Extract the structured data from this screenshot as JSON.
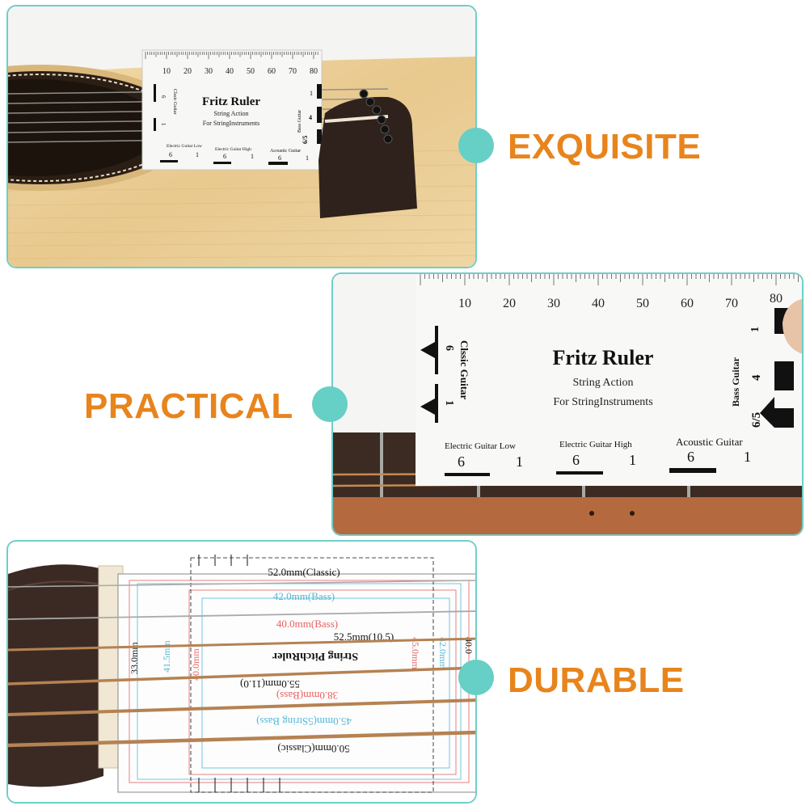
{
  "features": {
    "exquisite": "EXQUISITE",
    "practical": "PRACTICAL",
    "durable": "DURABLE"
  },
  "colors": {
    "accent_dot": "#66cfc6",
    "panel_border": "#6ecfc8",
    "feature_text": "#e8841c",
    "spruce_top": "#e9cf9c",
    "rosewood": "#3b2a24",
    "ruler_white": "#f7f7f5"
  },
  "ruler": {
    "scale_ticks": [
      "10",
      "20",
      "30",
      "40",
      "50",
      "60",
      "70",
      "80"
    ],
    "title": "Fritz Ruler",
    "subtitle_1": "String Action",
    "subtitle_2": "For StringInstruments",
    "classic_guitar": "Clssic Guitar",
    "classic_6": "6",
    "classic_1": "1",
    "bass_guitar": "Bass Guitar",
    "bass_1": "1",
    "bass_4": "4",
    "bass_65": "6/5",
    "electric_low": "Electric Guitar Low",
    "electric_high": "Electric Guitar High",
    "acoustic": "Acoustic Guitar",
    "num_6": "6",
    "num_1": "1"
  },
  "pitch_ruler": {
    "classic_top": "52.0mm(Classic)",
    "bass_42": "42.0mm(Bass)",
    "bass_40": "40.0mm(Bass)",
    "mm_525": "52.5mm(10.5)",
    "title": "String PitchRuler",
    "mm_55": "55.0mm(11.0)",
    "mm_38": "38.0mm(Bass)",
    "mm_45": "45.0mm(5String Bass)",
    "classic_bottom": "50.0mm(Classic)",
    "side_33": "33.0mm",
    "side_415": "41.5mm",
    "side_40": "40.0mm",
    "side_450": "45.0mm",
    "side_420": "42.0mm",
    "edge_400": "40.0"
  }
}
